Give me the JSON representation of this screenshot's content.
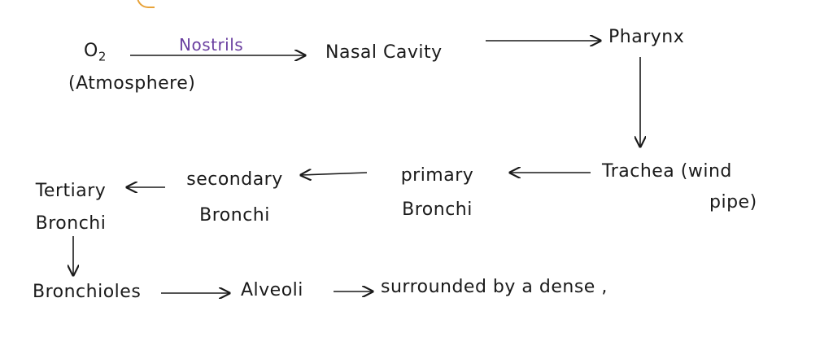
{
  "nodes": {
    "o2": {
      "main": "O",
      "sub": "2"
    },
    "atmosphere": "(Atmosphere)",
    "nostrils": "Nostrils",
    "nasal_cavity": "Nasal Cavity",
    "pharynx": "Pharynx",
    "trachea_1": "Trachea (wind",
    "trachea_2": "pipe)",
    "primary_1": "primary",
    "primary_2": "Bronchi",
    "secondary_1": "secondary",
    "secondary_2": "Bronchi",
    "tertiary_1": "Tertiary",
    "tertiary_2": "Bronchi",
    "bronchioles": "Bronchioles",
    "alveoli": "Alveoli",
    "surrounded": "surrounded by a dense ,"
  },
  "colors": {
    "ink": "#1a1a1a",
    "purple": "#6a3fa0",
    "orange": "#e8a33a"
  }
}
